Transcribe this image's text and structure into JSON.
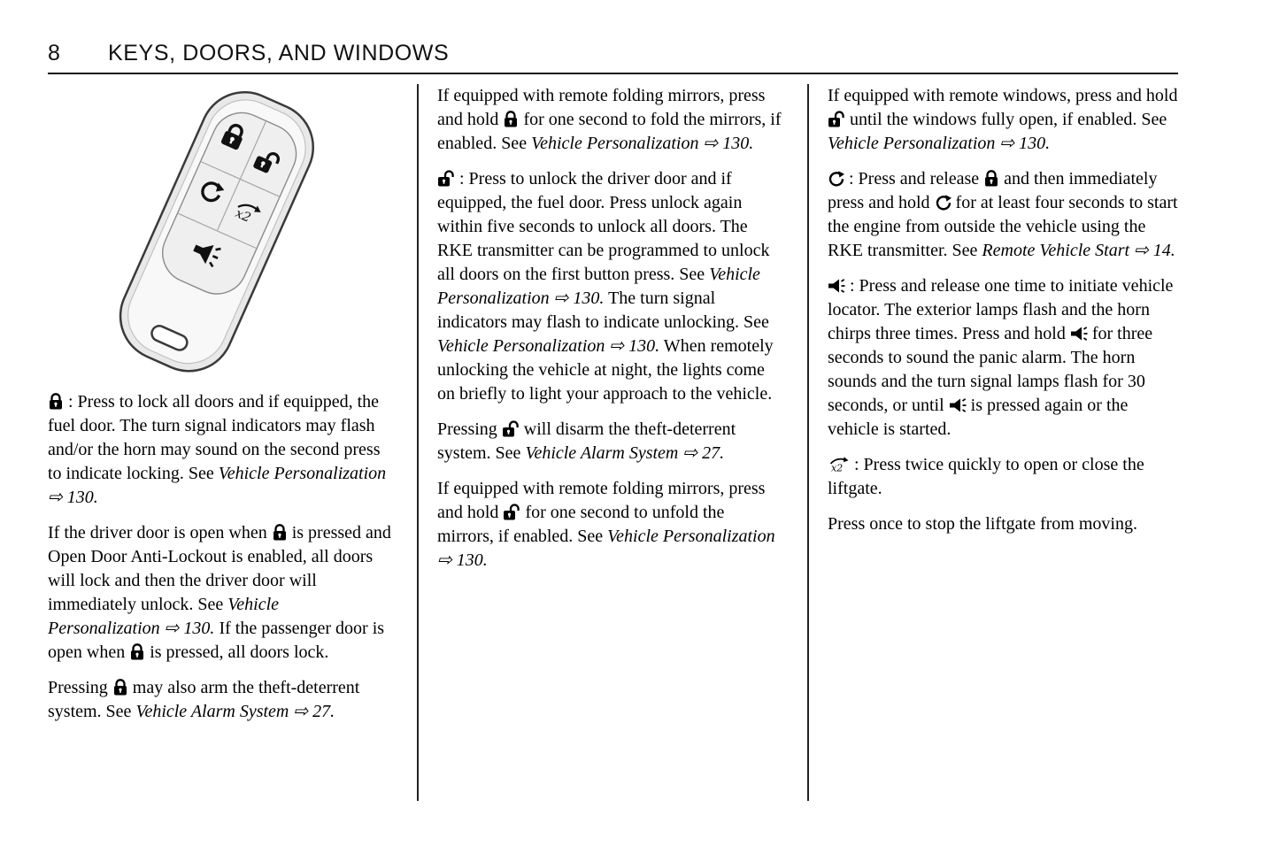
{
  "page": {
    "number": "8",
    "title": "KEYS, DOORS, AND WINDOWS"
  },
  "columns": {
    "col1": [
      [
        {
          "icon": "lock-icon"
        },
        {
          "t": " : Press to lock all doors and if equipped, the fuel door. The turn signal indicators may flash and/or the horn may sound on the second press to indicate locking. See "
        },
        {
          "i": "Vehicle Personalization ⇨ 130."
        }
      ],
      [
        {
          "t": "If the driver door is open when "
        },
        {
          "icon": "lock-icon"
        },
        {
          "t": " is pressed and Open Door Anti-Lockout is enabled, all doors will lock and then the driver door will immediately unlock. See "
        },
        {
          "i": "Vehicle Personalization ⇨ 130."
        },
        {
          "t": " If the passenger door is open when "
        },
        {
          "icon": "lock-icon"
        },
        {
          "t": " is pressed, all doors lock."
        }
      ],
      [
        {
          "t": "Pressing "
        },
        {
          "icon": "lock-icon"
        },
        {
          "t": " may also arm the theft-deterrent system. See "
        },
        {
          "i": "Vehicle Alarm System ⇨ 27."
        }
      ]
    ],
    "col2": [
      [
        {
          "t": "If equipped with remote folding mirrors, press and hold "
        },
        {
          "icon": "lock-icon"
        },
        {
          "t": " for one second to fold the mirrors, if enabled. See "
        },
        {
          "i": "Vehicle Personalization ⇨ 130."
        }
      ],
      [
        {
          "icon": "unlock-icon"
        },
        {
          "t": " : Press to unlock the driver door and if equipped, the fuel door. Press unlock again within five seconds to unlock all doors. The RKE transmitter can be programmed to unlock all doors on the first button press. See "
        },
        {
          "i": "Vehicle Personalization ⇨ 130."
        },
        {
          "t": " The turn signal indicators may flash to indicate unlocking. See "
        },
        {
          "i": "Vehicle Personalization ⇨ 130."
        },
        {
          "t": " When remotely unlocking the vehicle at night, the lights come on briefly to light your approach to the vehicle."
        }
      ],
      [
        {
          "t": "Pressing "
        },
        {
          "icon": "unlock-icon"
        },
        {
          "t": " will disarm the theft-deterrent system. See "
        },
        {
          "i": "Vehicle Alarm System ⇨ 27."
        }
      ],
      [
        {
          "t": "If equipped with remote folding mirrors, press and hold "
        },
        {
          "icon": "unlock-icon"
        },
        {
          "t": " for one second to unfold the mirrors, if enabled. See "
        },
        {
          "i": "Vehicle Personalization ⇨ 130."
        }
      ]
    ],
    "col3": [
      [
        {
          "t": "If equipped with remote windows, press and hold "
        },
        {
          "icon": "unlock-icon"
        },
        {
          "t": " until the windows fully open, if enabled. See "
        },
        {
          "i": "Vehicle Personalization ⇨ 130."
        }
      ],
      [
        {
          "icon": "remote-start-icon"
        },
        {
          "t": " : Press and release "
        },
        {
          "icon": "lock-icon"
        },
        {
          "t": " and then immediately press and hold "
        },
        {
          "icon": "remote-start-icon"
        },
        {
          "t": " for at least four seconds to start the engine from outside the vehicle using the RKE transmitter. See "
        },
        {
          "i": "Remote Vehicle Start ⇨ 14."
        }
      ],
      [
        {
          "icon": "panic-icon"
        },
        {
          "t": " : Press and release one time to initiate vehicle locator. The exterior lamps flash and the horn chirps three times. Press and hold "
        },
        {
          "icon": "panic-icon"
        },
        {
          "t": " for three seconds to sound the panic alarm. The horn sounds and the turn signal lamps flash for 30 seconds, or until "
        },
        {
          "icon": "panic-icon"
        },
        {
          "t": " is pressed again or the vehicle is started."
        }
      ],
      [
        {
          "icon": "liftgate-icon"
        },
        {
          "t": " : Press twice quickly to open or close the liftgate."
        }
      ],
      [
        {
          "t": "Press once to stop the liftgate from moving."
        }
      ]
    ]
  }
}
